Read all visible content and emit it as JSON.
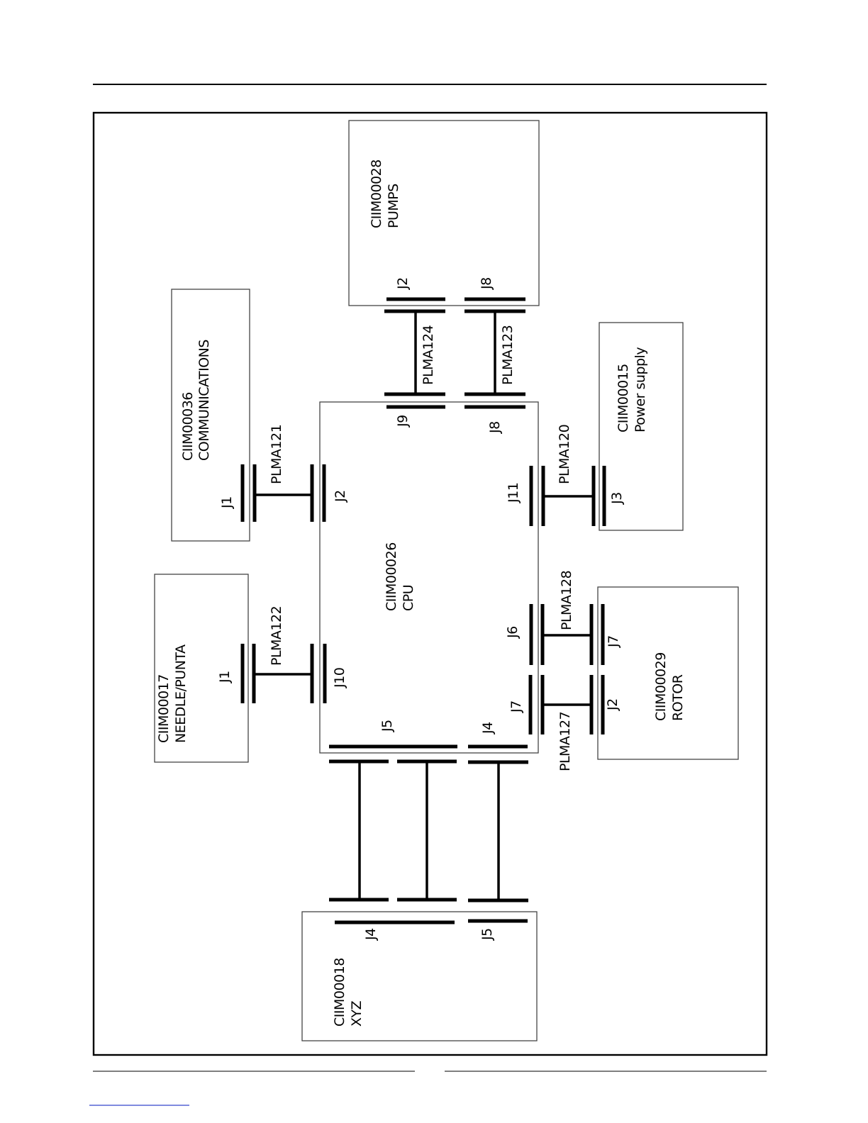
{
  "boards": {
    "pumps": {
      "code": "CIIM00028",
      "name": "PUMPS"
    },
    "communications": {
      "code": "CIIM00036",
      "name": "COMMUNICATIONS"
    },
    "power": {
      "code": "CIIM00015",
      "name": "Power supply"
    },
    "cpu": {
      "code": "CIIM00026",
      "name": "CPU"
    },
    "needle": {
      "code": "CIIM00017",
      "name": "NEEDLE/PUNTA"
    },
    "rotor": {
      "code": "CIIM00029",
      "name": "ROTOR"
    },
    "xyz": {
      "code": "CIIM00018",
      "name": "XYZ"
    }
  },
  "cables": {
    "plma124": "PLMA124",
    "plma123": "PLMA123",
    "plma121": "PLMA121",
    "plma120": "PLMA120",
    "plma122": "PLMA122",
    "plma128": "PLMA128",
    "plma127": "PLMA127"
  },
  "connectors": {
    "pumps_j2": "J2",
    "pumps_j8": "J8",
    "cpu_j9": "J9",
    "cpu_j8": "J8",
    "comm_j1": "J1",
    "cpu_j2": "J2",
    "cpu_j11": "J11",
    "power_j3": "J3",
    "needle_j1": "J1",
    "cpu_j10": "J10",
    "cpu_j6": "J6",
    "rotor_j7": "J7",
    "cpu_j7": "J7",
    "rotor_j2": "J2",
    "cpu_j5": "J5",
    "cpu_j4": "J4",
    "xyz_j4": "J4",
    "xyz_j5": "J5"
  }
}
